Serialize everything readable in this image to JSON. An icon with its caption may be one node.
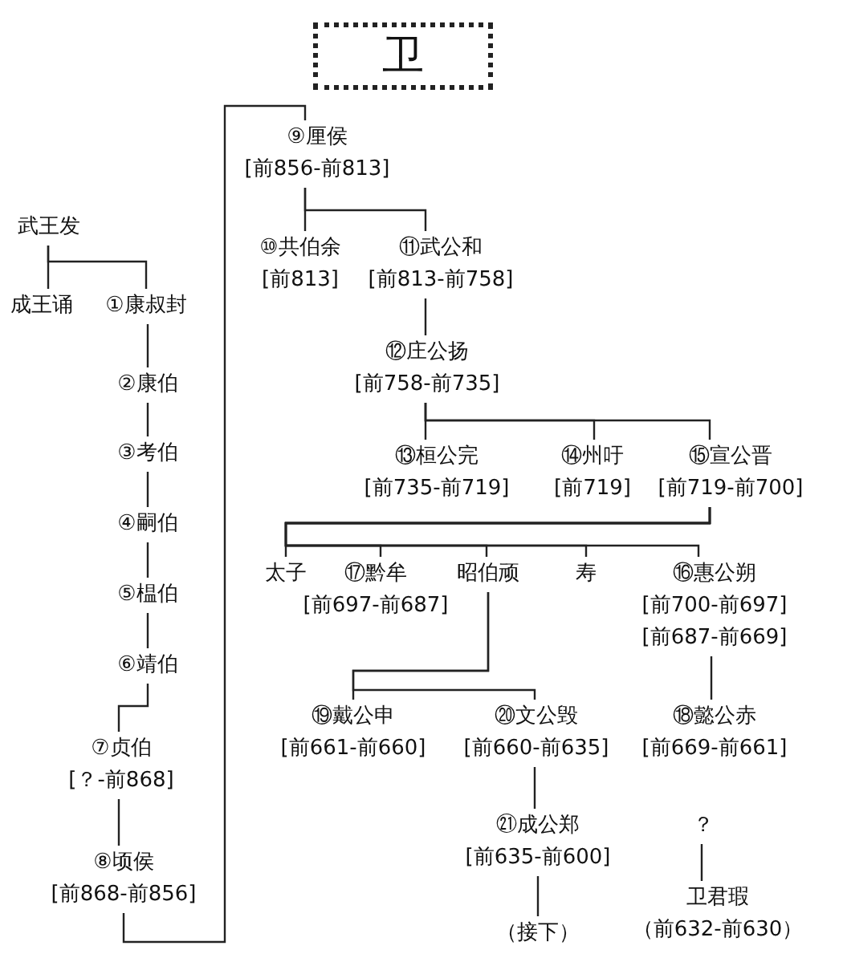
{
  "diagram": {
    "title": "卫",
    "nodes": [
      {
        "text": [
          "武王发"
        ]
      },
      {
        "text": [
          "成王诵"
        ]
      },
      {
        "text": [
          "①康叔封"
        ]
      },
      {
        "text": [
          "②康伯"
        ]
      },
      {
        "text": [
          "③考伯"
        ]
      },
      {
        "text": [
          "④嗣伯"
        ]
      },
      {
        "text": [
          "⑤榅伯"
        ]
      },
      {
        "text": [
          "⑥靖伯"
        ]
      },
      {
        "text": [
          "⑦贞伯",
          "[？-前868]"
        ]
      },
      {
        "text": [
          "⑧顷侯",
          "[前868-前856]"
        ]
      },
      {
        "text": [
          "⑨厘侯",
          "[前856-前813]"
        ]
      },
      {
        "text": [
          "⑩共伯余",
          "[前813]"
        ]
      },
      {
        "text": [
          "⑪武公和",
          "[前813-前758]"
        ]
      },
      {
        "text": [
          "⑫庄公扬",
          "[前758-前735]"
        ]
      },
      {
        "text": [
          "⑬桓公完",
          "[前735-前719]"
        ]
      },
      {
        "text": [
          "⑭州吁",
          "[前719]"
        ]
      },
      {
        "text": [
          "⑮宣公晋",
          "[前719-前700]"
        ]
      },
      {
        "text": [
          "太子"
        ]
      },
      {
        "text": [
          "⑰黔牟",
          "[前697-前687]"
        ]
      },
      {
        "text": [
          "昭伯顽"
        ]
      },
      {
        "text": [
          "寿"
        ]
      },
      {
        "text": [
          "⑯惠公朔",
          "[前700-前697]",
          "[前687-前669]"
        ]
      },
      {
        "text": [
          "⑲戴公申",
          "[前661-前660]"
        ]
      },
      {
        "text": [
          "⑳文公毁",
          "[前660-前635]"
        ]
      },
      {
        "text": [
          "⑱懿公赤",
          "[前669-前661]"
        ]
      },
      {
        "text": [
          "㉑成公郑",
          "[前635-前600]"
        ]
      },
      {
        "text": [
          "（接下）"
        ]
      },
      {
        "text": [
          "？"
        ]
      },
      {
        "text": [
          "卫君瑕",
          "（前632-前630）"
        ]
      }
    ],
    "edges": [
      {
        "from": 0,
        "to": 1,
        "arrow": "none"
      },
      {
        "from": 0,
        "to": 2,
        "arrow": "none"
      },
      {
        "from": 2,
        "to": 3,
        "arrow": "none"
      },
      {
        "from": 3,
        "to": 4,
        "arrow": "none"
      },
      {
        "from": 4,
        "to": 5,
        "arrow": "none"
      },
      {
        "from": 5,
        "to": 6,
        "arrow": "none"
      },
      {
        "from": 6,
        "to": 7,
        "arrow": "none"
      },
      {
        "from": 7,
        "to": 8,
        "arrow": "none"
      },
      {
        "from": 8,
        "to": 9,
        "arrow": "none"
      },
      {
        "from": 9,
        "to": 10,
        "arrow": "none"
      },
      {
        "from": 10,
        "to": 11,
        "arrow": "none"
      },
      {
        "from": 10,
        "to": 12,
        "arrow": "none"
      },
      {
        "from": 12,
        "to": 13,
        "arrow": "none"
      },
      {
        "from": 13,
        "to": 14,
        "arrow": "none"
      },
      {
        "from": 13,
        "to": 15,
        "arrow": "none"
      },
      {
        "from": 13,
        "to": 16,
        "arrow": "none"
      },
      {
        "from": 16,
        "to": 17,
        "arrow": "none"
      },
      {
        "from": 16,
        "to": 18,
        "arrow": "none"
      },
      {
        "from": 16,
        "to": 19,
        "arrow": "none"
      },
      {
        "from": 16,
        "to": 20,
        "arrow": "none"
      },
      {
        "from": 16,
        "to": 21,
        "arrow": "none"
      },
      {
        "from": 19,
        "to": 22,
        "arrow": "none"
      },
      {
        "from": 19,
        "to": 23,
        "arrow": "none"
      },
      {
        "from": 21,
        "to": 24,
        "arrow": "none"
      },
      {
        "from": 23,
        "to": 25,
        "arrow": "none"
      },
      {
        "from": 25,
        "to": 26,
        "arrow": "none"
      },
      {
        "from": 27,
        "to": 28,
        "arrow": "none"
      }
    ]
  }
}
